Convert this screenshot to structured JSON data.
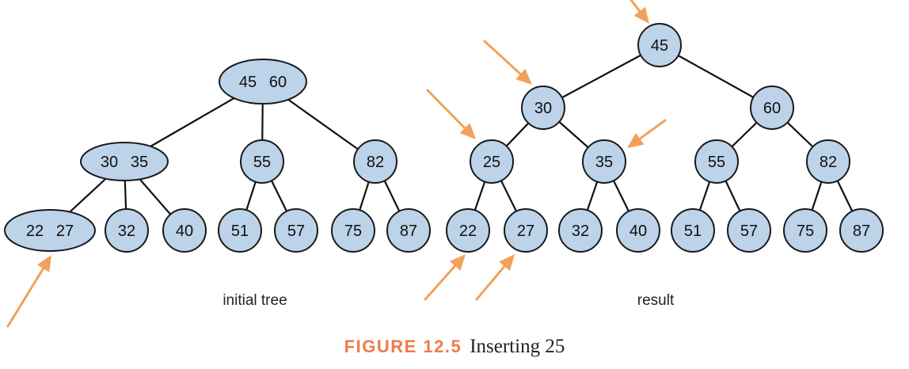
{
  "colors": {
    "node_fill": "#bcd3ea",
    "arrow": "#f0a25a",
    "caption_tag": "#f07a4a"
  },
  "caption": {
    "tag": "FIGURE 12.5",
    "text": "Inserting 25"
  },
  "trees": [
    {
      "label": "initial tree",
      "nodes": [
        {
          "id": "i-45-60",
          "keys": [
            "45",
            "60"
          ]
        },
        {
          "id": "i-30-35",
          "keys": [
            "30",
            "35"
          ]
        },
        {
          "id": "i-55",
          "keys": [
            "55"
          ]
        },
        {
          "id": "i-82",
          "keys": [
            "82"
          ]
        },
        {
          "id": "i-22-27",
          "keys": [
            "22",
            "27"
          ]
        },
        {
          "id": "i-32",
          "keys": [
            "32"
          ]
        },
        {
          "id": "i-40",
          "keys": [
            "40"
          ]
        },
        {
          "id": "i-51",
          "keys": [
            "51"
          ]
        },
        {
          "id": "i-57",
          "keys": [
            "57"
          ]
        },
        {
          "id": "i-75",
          "keys": [
            "75"
          ]
        },
        {
          "id": "i-87",
          "keys": [
            "87"
          ]
        }
      ],
      "edges": [
        [
          "i-45-60",
          "i-30-35"
        ],
        [
          "i-45-60",
          "i-55"
        ],
        [
          "i-45-60",
          "i-82"
        ],
        [
          "i-30-35",
          "i-22-27"
        ],
        [
          "i-30-35",
          "i-32"
        ],
        [
          "i-30-35",
          "i-40"
        ],
        [
          "i-55",
          "i-51"
        ],
        [
          "i-55",
          "i-57"
        ],
        [
          "i-82",
          "i-75"
        ],
        [
          "i-82",
          "i-87"
        ]
      ]
    },
    {
      "label": "result",
      "nodes": [
        {
          "id": "r-45",
          "keys": [
            "45"
          ]
        },
        {
          "id": "r-30",
          "keys": [
            "30"
          ]
        },
        {
          "id": "r-60",
          "keys": [
            "60"
          ]
        },
        {
          "id": "r-25",
          "keys": [
            "25"
          ]
        },
        {
          "id": "r-35",
          "keys": [
            "35"
          ]
        },
        {
          "id": "r-55",
          "keys": [
            "55"
          ]
        },
        {
          "id": "r-82",
          "keys": [
            "82"
          ]
        },
        {
          "id": "r-22",
          "keys": [
            "22"
          ]
        },
        {
          "id": "r-27",
          "keys": [
            "27"
          ]
        },
        {
          "id": "r-32",
          "keys": [
            "32"
          ]
        },
        {
          "id": "r-40",
          "keys": [
            "40"
          ]
        },
        {
          "id": "r-51",
          "keys": [
            "51"
          ]
        },
        {
          "id": "r-57",
          "keys": [
            "57"
          ]
        },
        {
          "id": "r-75",
          "keys": [
            "75"
          ]
        },
        {
          "id": "r-87",
          "keys": [
            "87"
          ]
        }
      ],
      "edges": [
        [
          "r-45",
          "r-30"
        ],
        [
          "r-45",
          "r-60"
        ],
        [
          "r-30",
          "r-25"
        ],
        [
          "r-30",
          "r-35"
        ],
        [
          "r-60",
          "r-55"
        ],
        [
          "r-60",
          "r-82"
        ],
        [
          "r-25",
          "r-22"
        ],
        [
          "r-25",
          "r-27"
        ],
        [
          "r-35",
          "r-32"
        ],
        [
          "r-35",
          "r-40"
        ],
        [
          "r-55",
          "r-51"
        ],
        [
          "r-55",
          "r-57"
        ],
        [
          "r-82",
          "r-75"
        ],
        [
          "r-82",
          "r-87"
        ]
      ]
    }
  ],
  "highlighted_nodes": [
    "i-22-27",
    "r-45",
    "r-30",
    "r-25",
    "r-35",
    "r-22",
    "r-27"
  ]
}
